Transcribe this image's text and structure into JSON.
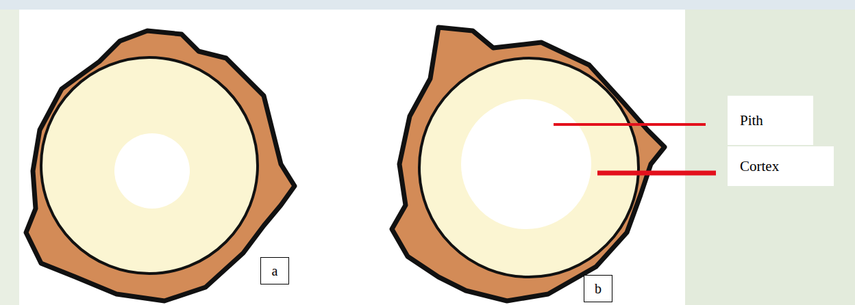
{
  "diagram": {
    "nodes": [
      {
        "text": [
          "a"
        ]
      },
      {
        "text": [
          "b"
        ]
      }
    ],
    "labels": [
      "Pith",
      "Cortex"
    ]
  }
}
